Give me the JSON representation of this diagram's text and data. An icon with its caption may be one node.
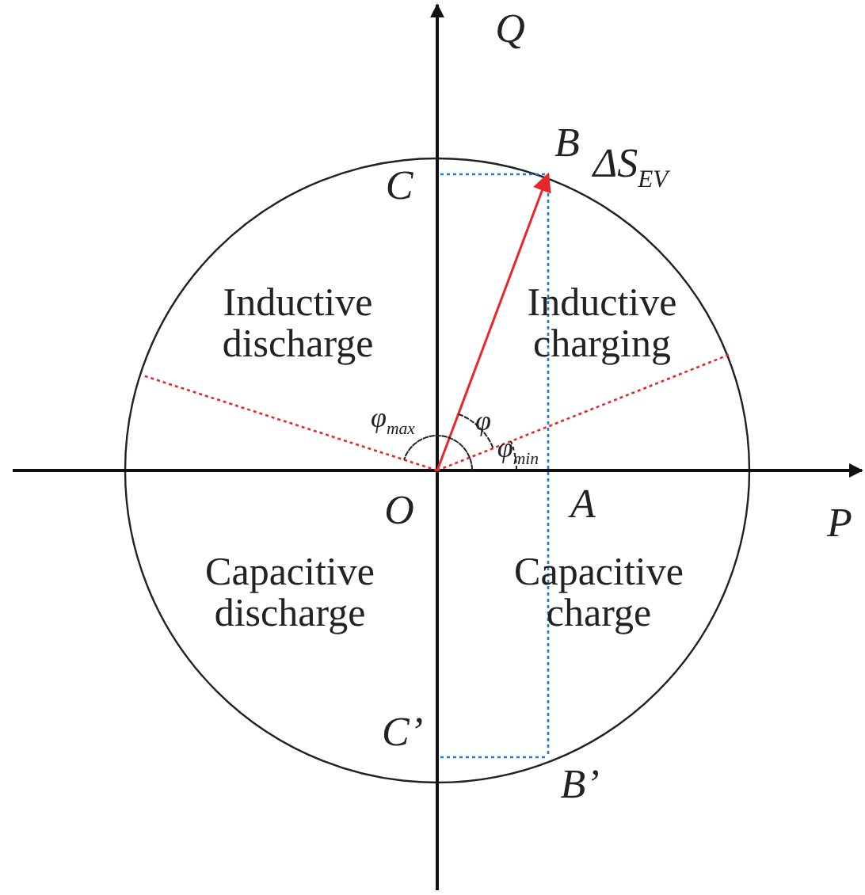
{
  "diagram": {
    "labels": [
      "Q",
      "B",
      "ΔS$_{EV}$",
      "C",
      "Inductive discharge",
      "Inductive charging",
      "φ$_{max}$",
      "φ",
      "φ$_{min}$",
      "O",
      "A",
      "P",
      "Capacitive discharge",
      "Capacitive charge",
      "C’",
      "B’"
    ]
  }
}
